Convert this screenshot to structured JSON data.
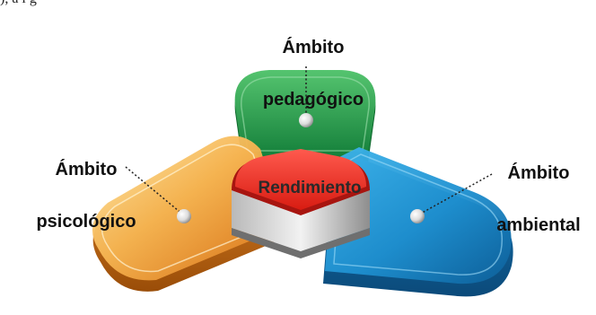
{
  "fragment_text": "), a l g",
  "center": {
    "label": "Rendimiento",
    "color": "#e8281f"
  },
  "areas": [
    {
      "id": "pedagogico",
      "line1": "Ámbito",
      "line2": "pedagógico",
      "color": "#1f9a4a"
    },
    {
      "id": "psicologico",
      "line1": "Ámbito",
      "line2": "psicológico",
      "color": "#f29a2e"
    },
    {
      "id": "ambiental",
      "line1": "Ámbito",
      "line2": "ambiental",
      "color": "#1e8fcf"
    }
  ]
}
